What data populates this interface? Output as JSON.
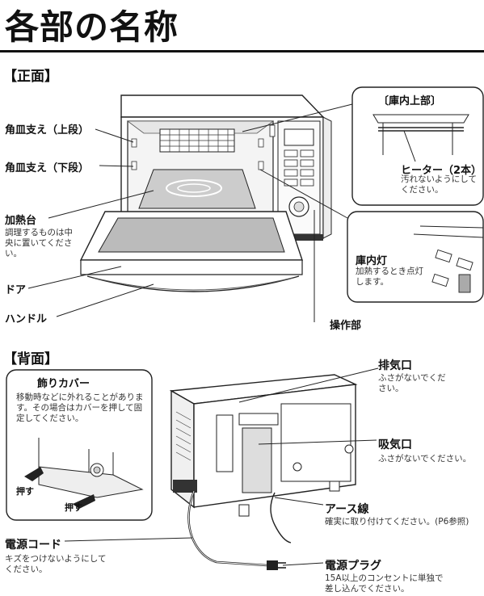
{
  "title": "各部の名称",
  "front": {
    "heading": "【正面】",
    "labels": {
      "rack_upper": "角皿支え（上段）",
      "rack_lower": "角皿支え（下段）",
      "heating_plate": "加熱台",
      "heating_plate_note": "調理するものは中央に置いてください。",
      "door": "ドア",
      "handle": "ハンドル",
      "control_panel": "操作部"
    },
    "callout_top": {
      "title": "〔庫内上部〕",
      "heater": "ヒーター（2本）",
      "heater_note": "汚れないようにしてください。"
    },
    "callout_lamp": {
      "title": "庫内灯",
      "note": "加熱するとき点灯します。"
    }
  },
  "back": {
    "heading": "【背面】",
    "cover_callout": {
      "title": "飾りカバー",
      "note": "移動時などに外れることがあります。その場合はカバーを押して固定してください。",
      "push1": "押す",
      "push2": "押す"
    },
    "labels": {
      "exhaust": "排気口",
      "exhaust_note": "ふさがないでください。",
      "intake": "吸気口",
      "intake_note": "ふさがないでください。",
      "earth": "アース線",
      "earth_note": "確実に取り付けてください。(P6参照)",
      "cord": "電源コード",
      "cord_note": "キズをつけないようにしてください。",
      "plug": "電源プラグ",
      "plug_note": "15A以上のコンセントに単独で差し込んでください。"
    }
  }
}
